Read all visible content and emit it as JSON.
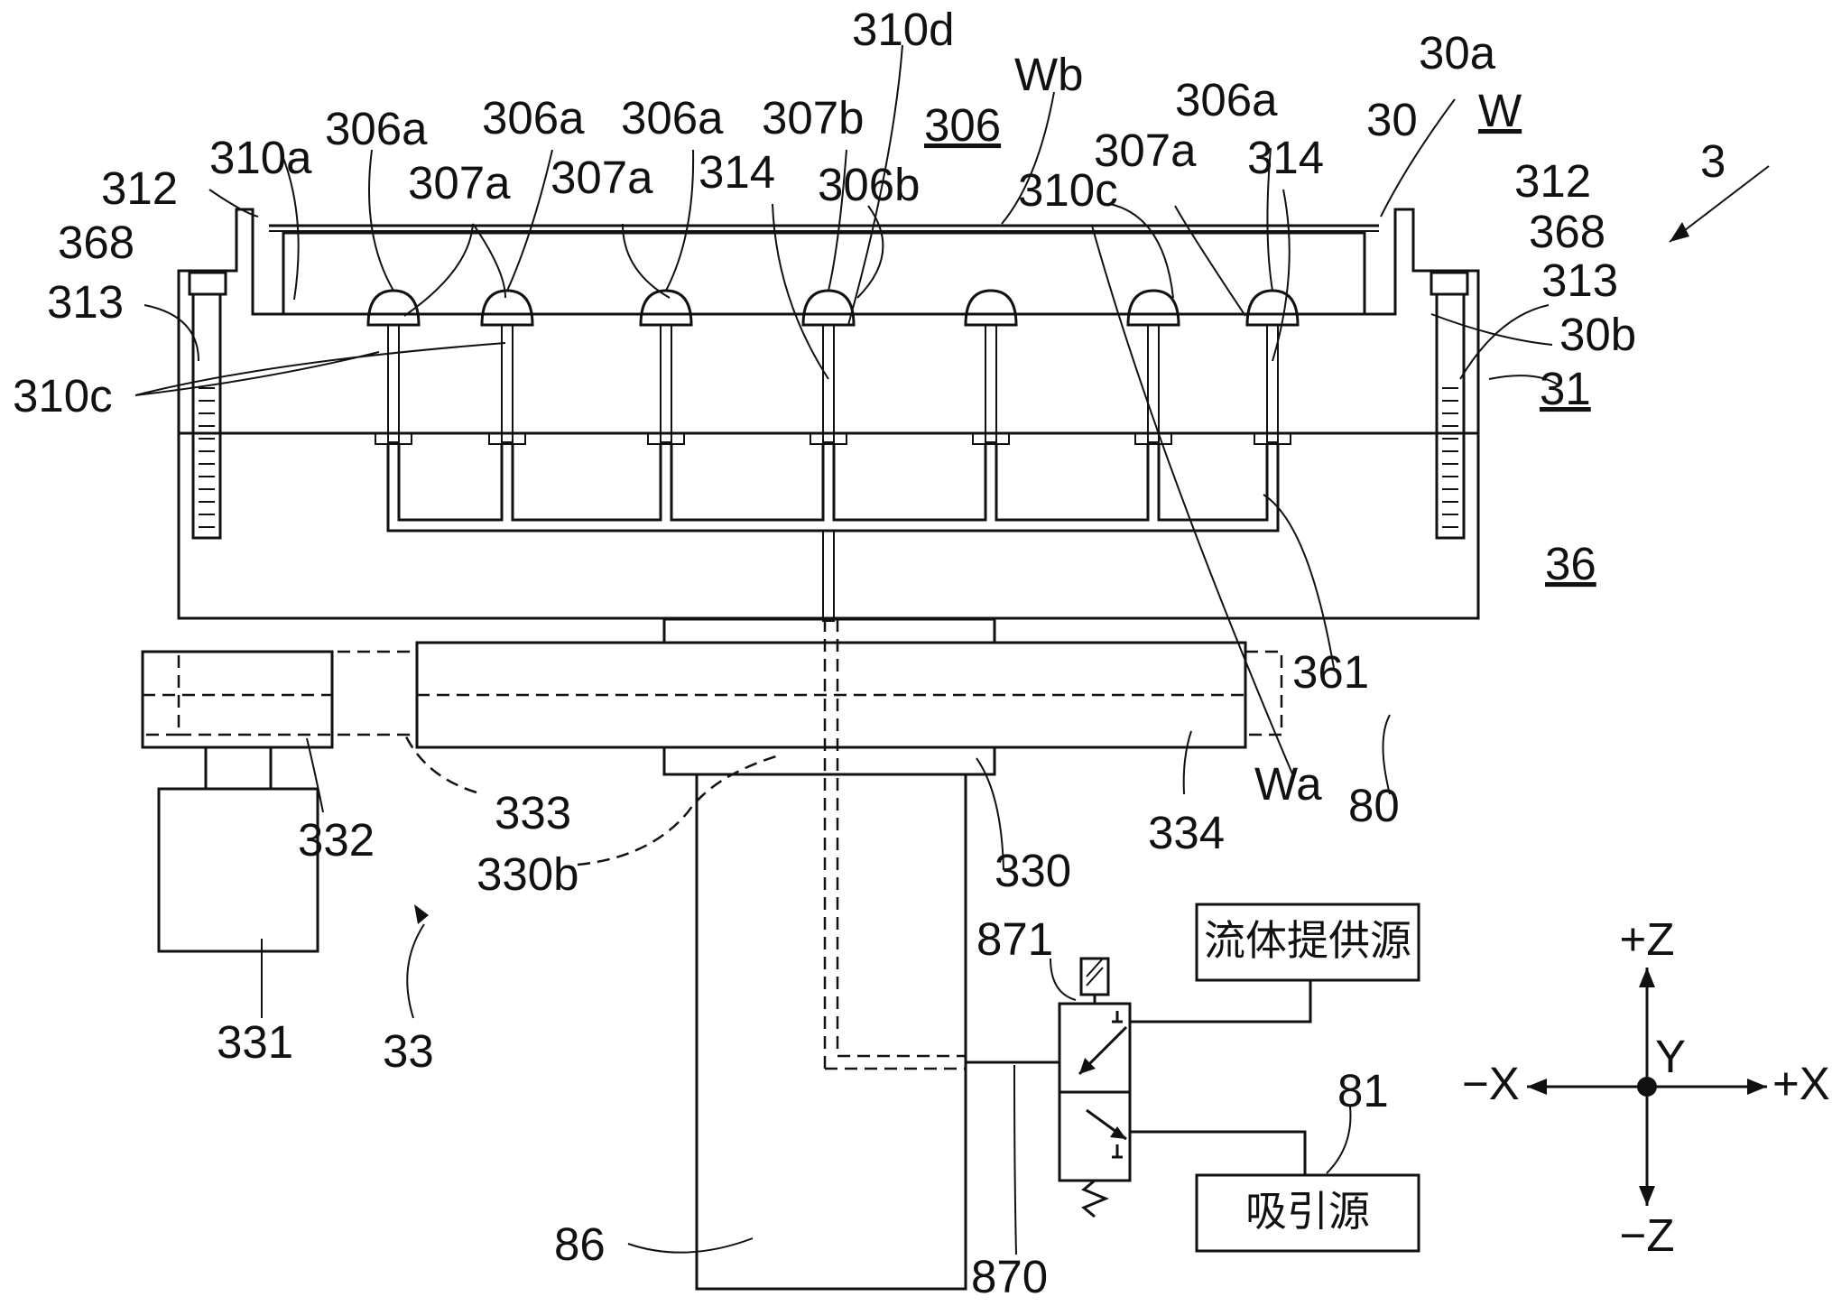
{
  "labels": {
    "l310d": "310d",
    "lWb": "Wb",
    "l30a": "30a",
    "l306a_1": "306a",
    "l306a_2": "306a",
    "l306a_3": "306a",
    "l307b": "307b",
    "l306": "306",
    "l306a_4": "306a",
    "l30": "30",
    "lW": "W",
    "l310a": "310a",
    "l312_left": "312",
    "l307a_1": "307a",
    "l307a_2": "307a",
    "l314_1": "314",
    "l306b": "306b",
    "l310c_1": "310c",
    "l307a_3": "307a",
    "l314_2": "314",
    "l312_right": "312",
    "l3": "3",
    "l368_left": "368",
    "l368_right": "368",
    "l313_left": "313",
    "l313_right": "313",
    "l30b": "30b",
    "l310c_2": "310c",
    "l31": "31",
    "l36": "36",
    "l361": "361",
    "lWa": "Wa",
    "l80": "80",
    "l332": "332",
    "l333": "333",
    "l334": "334",
    "l330b": "330b",
    "l330": "330",
    "l871": "871",
    "l331": "331",
    "l33": "33",
    "l81": "81",
    "l86": "86",
    "l870": "870"
  },
  "boxes": {
    "fluid_source": "流体提供源",
    "suction_source": "吸引源"
  },
  "axes": {
    "plus_z": "+Z",
    "minus_z": "−Z",
    "plus_x": "+X",
    "minus_x": "−X",
    "y": "Y"
  }
}
